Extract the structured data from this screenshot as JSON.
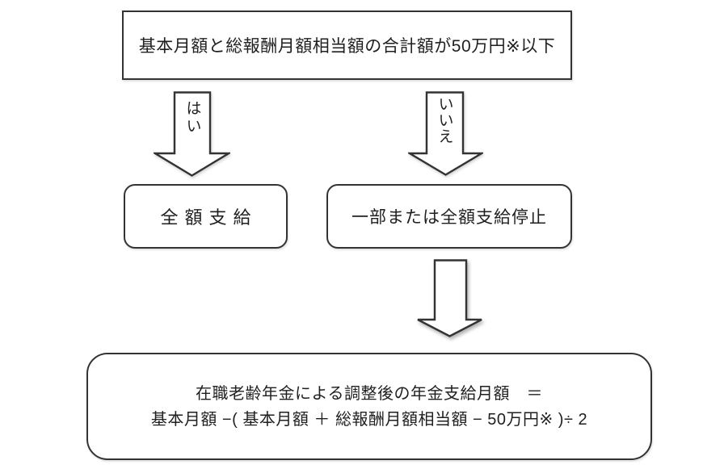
{
  "flowchart": {
    "condition_box": {
      "text": "基本月額と総報酬月額相当額の合計額が50万円※以下"
    },
    "yes_arrow": {
      "label": "はい"
    },
    "no_arrow": {
      "label": "いいえ"
    },
    "full_payment_box": {
      "text": "全額支給"
    },
    "suspension_box": {
      "text": "一部または全額支給停止"
    },
    "formula_box": {
      "line1": "在職老齢年金による調整後の年金支給月額　＝",
      "line2": "基本月額 −( 基本月額 ＋ 総報酬月額相当額 − 50万円※ )÷ 2"
    },
    "colors": {
      "line": "#333333",
      "text": "#1f1f1f",
      "background": "#ffffff"
    }
  }
}
